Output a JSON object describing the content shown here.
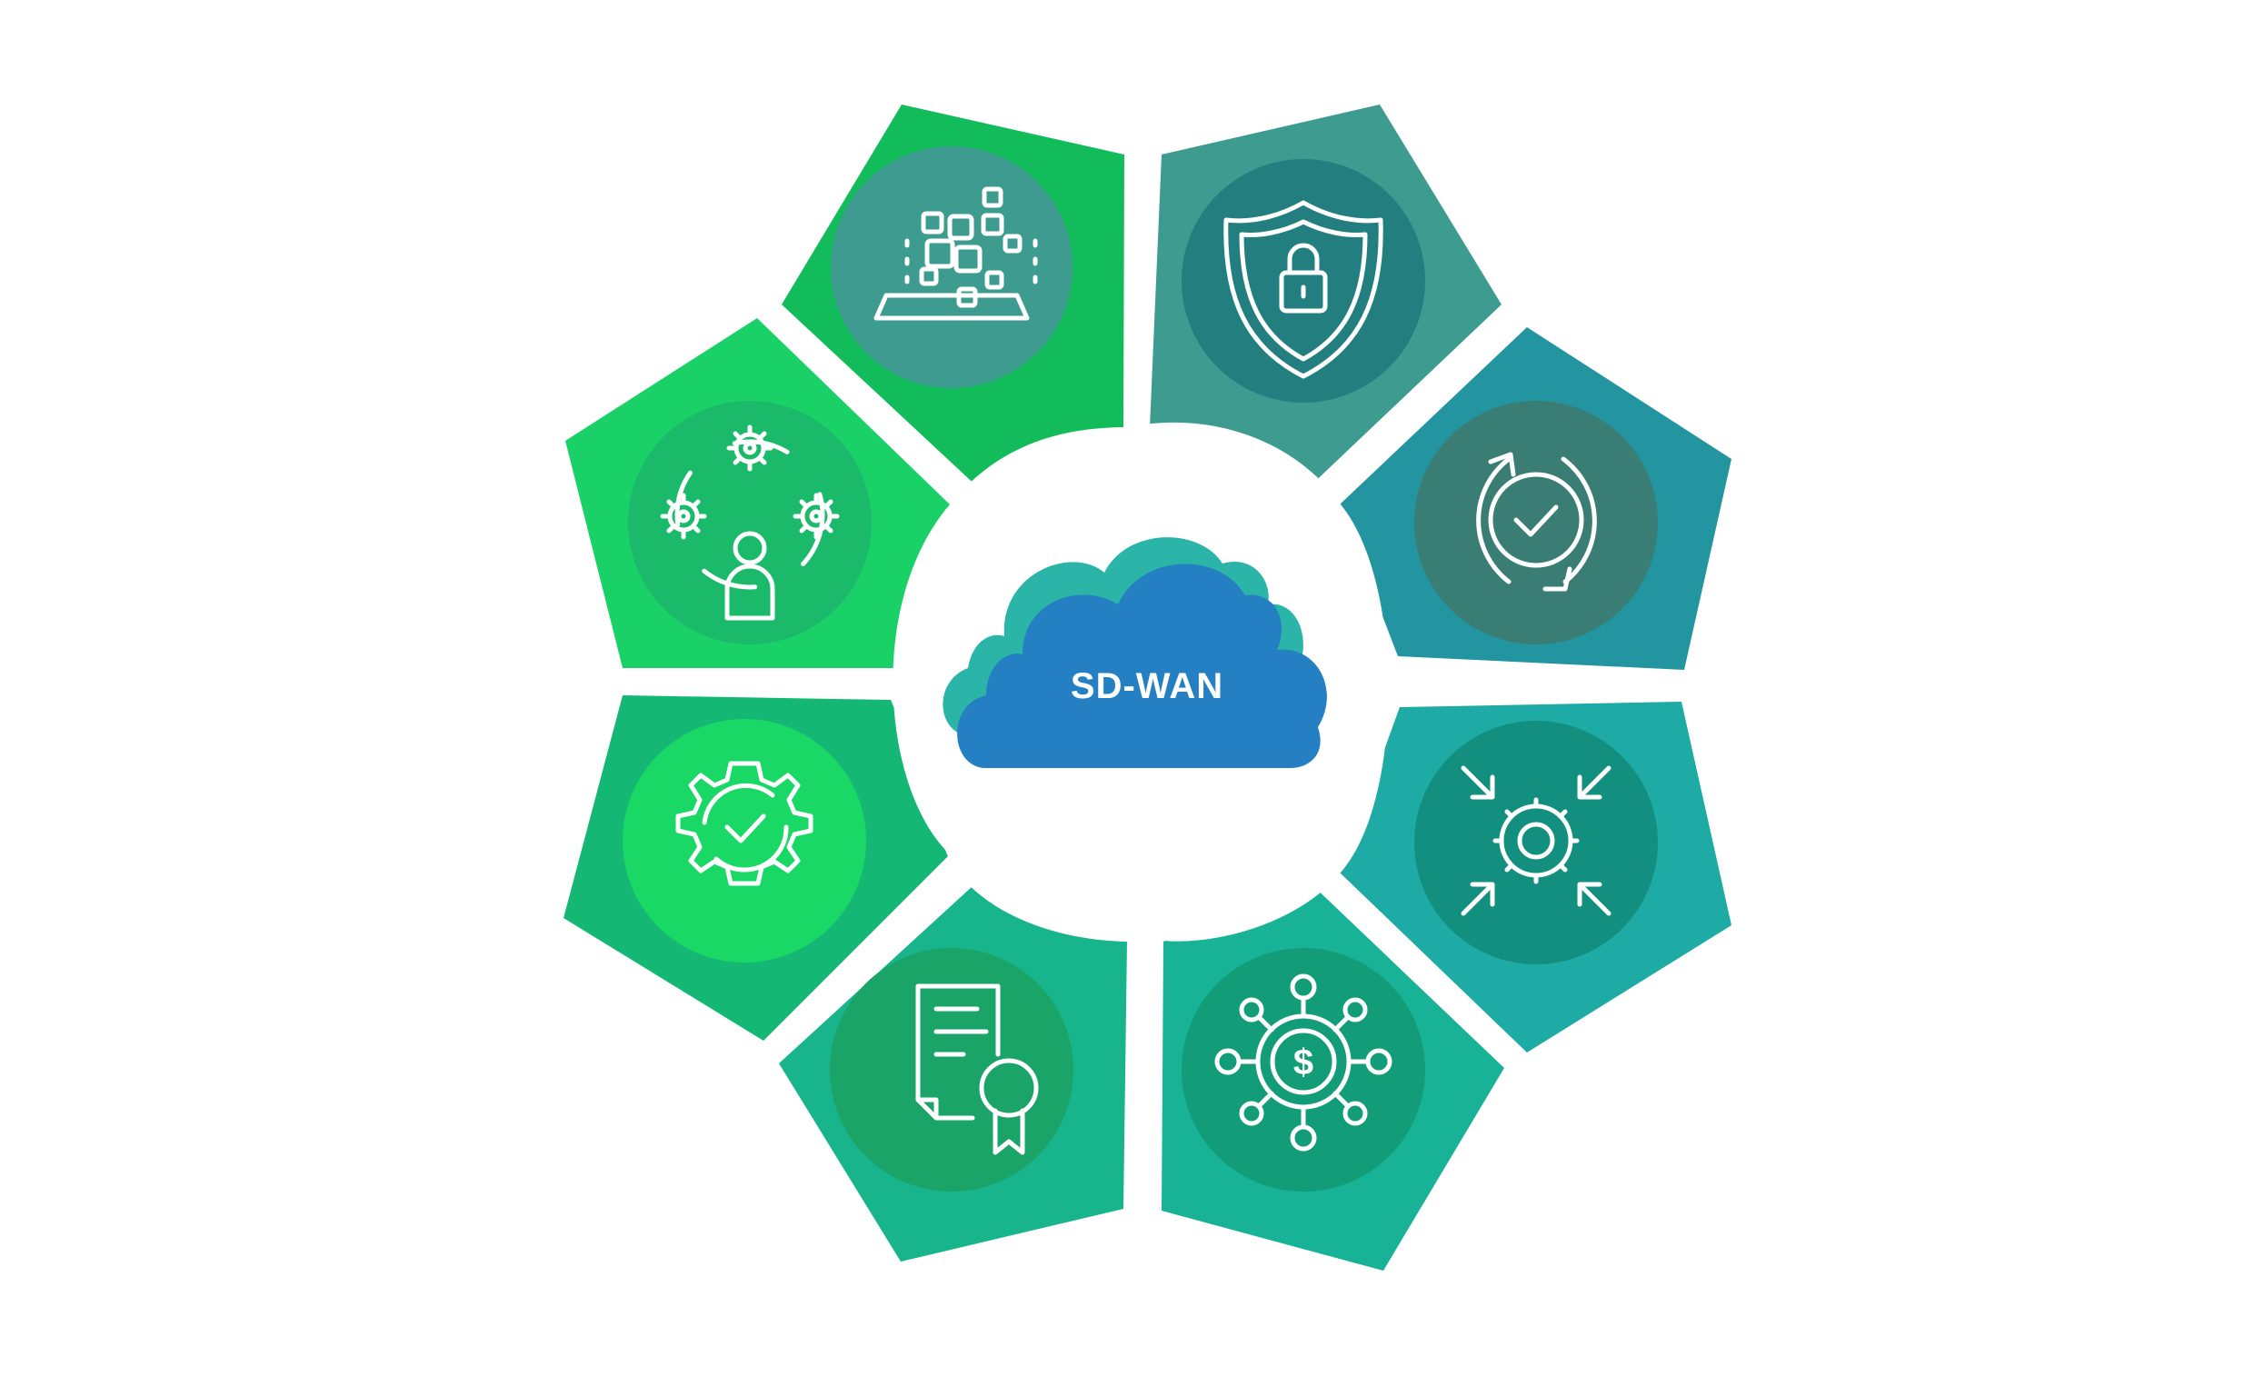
{
  "center": {
    "label": "SD-WAN",
    "cloud_back_color": "#2bb4a8",
    "cloud_front_color": "#2580c3"
  },
  "segments": [
    {
      "id": "infrastructure",
      "icon": "server-blocks-icon",
      "panel_color": "#12bc5b",
      "circle_color": "#3e9b8f"
    },
    {
      "id": "security",
      "icon": "shield-lock-icon",
      "panel_color": "#3d9b90",
      "circle_color": "#237f7f"
    },
    {
      "id": "sync",
      "icon": "sync-check-icon",
      "panel_color": "#2295a0",
      "circle_color": "#3a7d74"
    },
    {
      "id": "integration",
      "icon": "gear-arrows-icon",
      "panel_color": "#1eaaa5",
      "circle_color": "#138f80"
    },
    {
      "id": "cost",
      "icon": "dollar-network-icon",
      "panel_color": "#18b396",
      "circle_color": "#129c77"
    },
    {
      "id": "compliance",
      "icon": "certificate-icon",
      "panel_color": "#18b48b",
      "circle_color": "#1aa468"
    },
    {
      "id": "automation",
      "icon": "gear-check-icon",
      "panel_color": "#14b874",
      "circle_color": "#19d865"
    },
    {
      "id": "management",
      "icon": "user-gears-icon",
      "panel_color": "#1ad168",
      "circle_color": "#1bba6a"
    }
  ]
}
